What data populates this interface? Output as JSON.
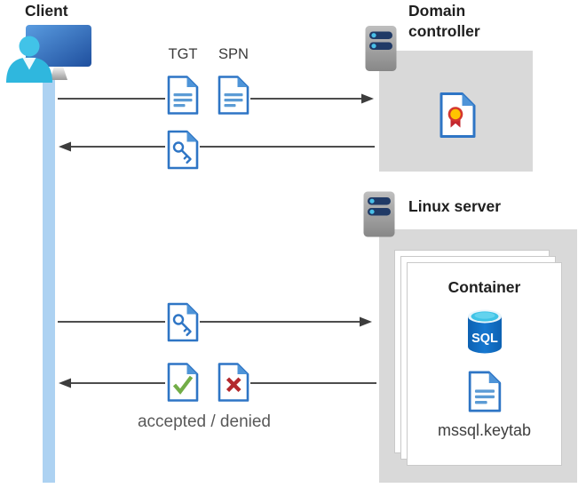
{
  "diagram": {
    "client": {
      "label": "Client"
    },
    "domain_controller": {
      "label": "Domain controller"
    },
    "linux_server": {
      "label": "Linux server"
    },
    "container": {
      "label": "Container",
      "sql_badge": "SQL",
      "keytab_label": "mssql.keytab"
    },
    "messages": {
      "tgt": "TGT",
      "spn": "SPN",
      "result": "accepted / denied"
    }
  },
  "icons": {
    "client": "person-at-monitor-icon",
    "server": "server-icon",
    "ticket_documents": "document-icon",
    "service_ticket": "key-document-icon",
    "certificate": "certificate-document-icon",
    "accepted": "check-document-icon",
    "denied": "x-document-icon",
    "database": "sql-database-icon"
  },
  "colors": {
    "doc_blue": "#2E75C5",
    "doc_fold": "#4E94D8",
    "doc_line": "#5B9BD5",
    "accent_green": "#72AD47",
    "accent_red": "#B3282D",
    "ribbon_yellow": "#FFC400",
    "ribbon_red": "#C4272E",
    "sql_body": "#1173C4",
    "sql_top": "#3FC3E6",
    "server_bar": "#203A66",
    "server_dot": "#49C0E8",
    "panel_gray": "#D9D9D9",
    "arrow_gray": "#4D4D4D",
    "lifeline_blue": "#ADD2F2"
  }
}
